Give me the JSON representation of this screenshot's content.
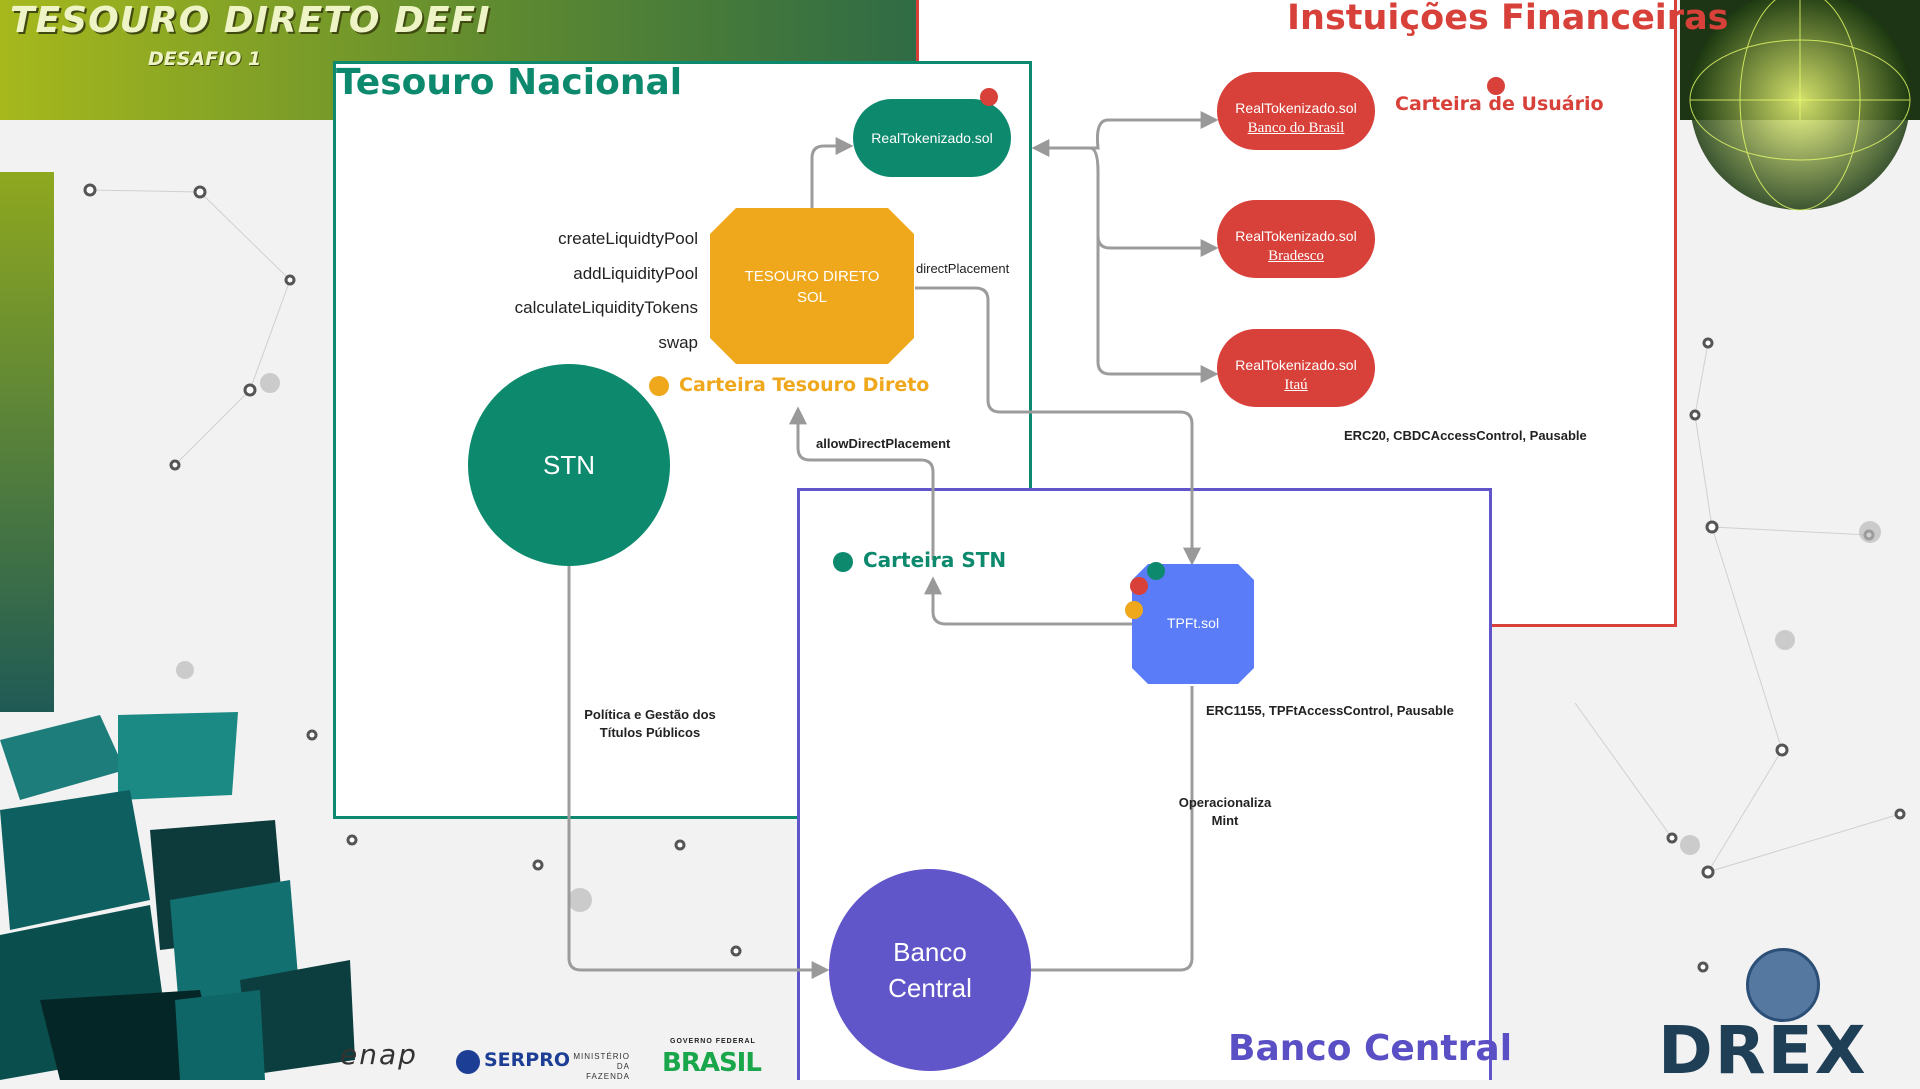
{
  "header": {
    "title": "TESOURO DIRETO DEFI",
    "subtitle": "DESAFIO 1"
  },
  "panels": {
    "tesouro": {
      "title": "Tesouro Nacional",
      "color": "#0d8a6e"
    },
    "instituicoes": {
      "title": "Instuições Financeiras",
      "color": "#d8413a"
    },
    "banco": {
      "title": "Banco Central",
      "color": "#6055c9"
    }
  },
  "nodes": {
    "real_tokenizado_tn": "RealTokenizado.sol",
    "tesouro_direto_sol_line1": "TESOURO DIRETO",
    "tesouro_direto_sol_line2": "SOL",
    "stn": "STN",
    "banco_central_line1": "Banco",
    "banco_central_line2": "Central",
    "tpft": "TPFt.sol",
    "rt_bb_name": "RealTokenizado.sol",
    "rt_bb_bank": "Banco do Brasil",
    "rt_bradesco_name": "RealTokenizado.sol",
    "rt_bradesco_bank": "Bradesco",
    "rt_itau_name": "RealTokenizado.sol",
    "rt_itau_bank": "Itaú"
  },
  "functions": [
    "createLiquidtyPool",
    "addLiquidityPool",
    "calculateLiquidityTokens",
    "swap"
  ],
  "wallets": {
    "tesouro_direto": "Carteira Tesouro Direto",
    "stn": "Carteira STN",
    "usuario": "Carteira de Usuário"
  },
  "edge_labels": {
    "direct_placement": "directPlacement",
    "allow_direct_placement": "allowDirectPlacement",
    "politica_line1": "Política e Gestão dos",
    "politica_line2": "Títulos Públicos",
    "operacionaliza_line1": "Operacionaliza",
    "operacionaliza_line2": "Mint"
  },
  "contract_notes": {
    "real_tokenizado": "ERC20, CBDCAccessControl, Pausable",
    "tpft": "ERC1155, TPFtAccessControl, Pausable"
  },
  "footer": {
    "enap": "enap",
    "serpro": "SERPRO",
    "ministerio_line1": "MINISTÉRIO DA",
    "ministerio_line2": "FAZENDA",
    "governo": "GOVERNO FEDERAL",
    "brasil": "BRASIL",
    "drex": "DREX"
  },
  "colors": {
    "green": "#0d8a6e",
    "orange": "#efa71c",
    "red": "#d8413a",
    "blue": "#5a7cf8",
    "purple": "#6055c9",
    "arrow": "#999999"
  }
}
